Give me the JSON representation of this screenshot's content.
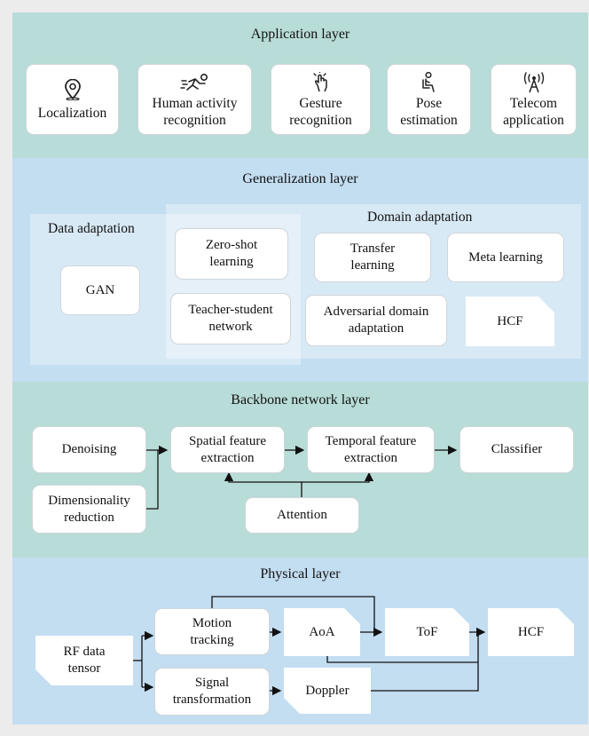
{
  "colors": {
    "application_bg": "#b8dcd7",
    "generalization_bg": "#c3ddf1",
    "backbone_bg": "#b8dcd7",
    "physical_bg": "#c3ddf1",
    "page_bg": "#ececec"
  },
  "application_layer": {
    "title": "Application layer",
    "items": [
      {
        "label": "Localization",
        "icon": "location-pin-icon"
      },
      {
        "label": "Human activity recognition",
        "icon": "running-person-icon"
      },
      {
        "label": "Gesture recognition",
        "icon": "hand-tap-icon"
      },
      {
        "label": "Pose estimation",
        "icon": "seated-person-icon"
      },
      {
        "label": "Telecom application",
        "icon": "antenna-tower-icon"
      }
    ]
  },
  "generalization_layer": {
    "title": "Generalization layer",
    "data_adaptation": {
      "label": "Data adaptation",
      "items": [
        "GAN",
        "Zero-shot learning",
        "Teacher-student network"
      ]
    },
    "domain_adaptation": {
      "label": "Domain adaptation",
      "items": [
        "Transfer learning",
        "Meta learning",
        "Adversarial domain adaptation",
        "HCF"
      ]
    }
  },
  "backbone_layer": {
    "title": "Backbone network layer",
    "nodes": {
      "denoising": "Denoising",
      "dimensionality_reduction": "Dimensionality reduction",
      "spatial": "Spatial feature extraction",
      "temporal": "Temporal feature extraction",
      "classifier": "Classifier",
      "attention": "Attention"
    }
  },
  "physical_layer": {
    "title": "Physical layer",
    "nodes": {
      "rf_tensor": "RF data tensor",
      "motion_tracking": "Motion tracking",
      "signal_transformation": "Signal transformation",
      "aoa": "AoA",
      "tof": "ToF",
      "doppler": "Doppler",
      "hcf": "HCF"
    }
  }
}
